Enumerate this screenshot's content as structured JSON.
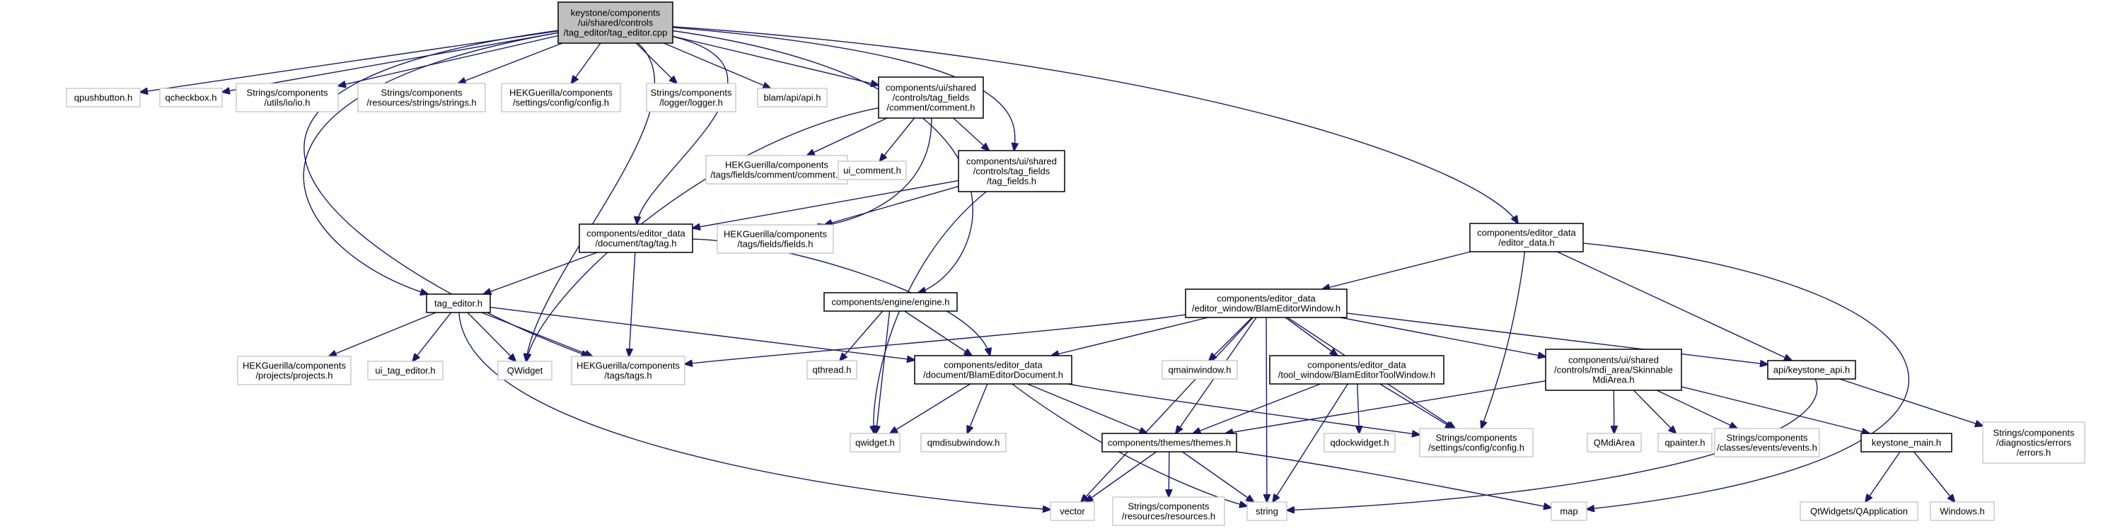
{
  "diagram": {
    "nodes": [
      {
        "id": "root",
        "lines": [
          "keystone/components",
          "/ui/shared/controls",
          "/tag_editor/tag_editor.cpp"
        ],
        "style": "root"
      },
      {
        "id": "qpushbutton",
        "lines": [
          "qpushbutton.h"
        ],
        "style": "ext"
      },
      {
        "id": "qcheckbox",
        "lines": [
          "qcheckbox.h"
        ],
        "style": "ext"
      },
      {
        "id": "strio",
        "lines": [
          "Strings/components",
          "/utils/io/io.h"
        ],
        "style": "ext"
      },
      {
        "id": "strstrings",
        "lines": [
          "Strings/components",
          "/resources/strings/strings.h"
        ],
        "style": "ext"
      },
      {
        "id": "hekconfig",
        "lines": [
          "HEKGuerilla/components",
          "/settings/config/config.h"
        ],
        "style": "ext"
      },
      {
        "id": "strlogger",
        "lines": [
          "Strings/components",
          "/logger/logger.h"
        ],
        "style": "ext"
      },
      {
        "id": "blamapi",
        "lines": [
          "blam/api/api.h"
        ],
        "style": "ext"
      },
      {
        "id": "comment",
        "lines": [
          "components/ui/shared",
          "/controls/tag_fields",
          "/comment/comment.h"
        ],
        "style": "int"
      },
      {
        "id": "hekcomment",
        "lines": [
          "HEKGuerilla/components",
          "/tags/fields/comment/comment.h"
        ],
        "style": "ext"
      },
      {
        "id": "uicomment",
        "lines": [
          "ui_comment.h"
        ],
        "style": "ext"
      },
      {
        "id": "tagfields",
        "lines": [
          "components/ui/shared",
          "/controls/tag_fields",
          "/tag_fields.h"
        ],
        "style": "int"
      },
      {
        "id": "hekfields",
        "lines": [
          "HEKGuerilla/components",
          "/tags/fields/fields.h"
        ],
        "style": "ext"
      },
      {
        "id": "tagh",
        "lines": [
          "components/editor_data",
          "/document/tag/tag.h"
        ],
        "style": "int"
      },
      {
        "id": "tageditorh",
        "lines": [
          "tag_editor.h"
        ],
        "style": "int"
      },
      {
        "id": "hekprojects",
        "lines": [
          "HEKGuerilla/components",
          "/projects/projects.h"
        ],
        "style": "ext"
      },
      {
        "id": "uitageditor",
        "lines": [
          "ui_tag_editor.h"
        ],
        "style": "ext"
      },
      {
        "id": "qwidgetcap",
        "lines": [
          "QWidget"
        ],
        "style": "ext"
      },
      {
        "id": "hektags",
        "lines": [
          "HEKGuerilla/components",
          "/tags/tags.h"
        ],
        "style": "ext"
      },
      {
        "id": "engine",
        "lines": [
          "components/engine/engine.h"
        ],
        "style": "int"
      },
      {
        "id": "qthread",
        "lines": [
          "qthread.h"
        ],
        "style": "ext"
      },
      {
        "id": "blameditordoc",
        "lines": [
          "components/editor_data",
          "/document/BlamEditorDocument.h"
        ],
        "style": "int"
      },
      {
        "id": "qwidgeth",
        "lines": [
          "qwidget.h"
        ],
        "style": "ext"
      },
      {
        "id": "qmdisubwindow",
        "lines": [
          "qmdisubwindow.h"
        ],
        "style": "ext"
      },
      {
        "id": "editordata",
        "lines": [
          "components/editor_data",
          "/editor_data.h"
        ],
        "style": "int"
      },
      {
        "id": "blameditorwindow",
        "lines": [
          "components/editor_data",
          "/editor_window/BlamEditorWindow.h"
        ],
        "style": "int"
      },
      {
        "id": "qmainwindow",
        "lines": [
          "qmainwindow.h"
        ],
        "style": "ext"
      },
      {
        "id": "toolwindow",
        "lines": [
          "components/editor_data",
          "/tool_window/BlamEditorToolWindow.h"
        ],
        "style": "int"
      },
      {
        "id": "qdockwidget",
        "lines": [
          "qdockwidget.h"
        ],
        "style": "ext"
      },
      {
        "id": "mdiarea",
        "lines": [
          "components/ui/shared",
          "/controls/mdi_area/Skinnable",
          "MdiArea.h"
        ],
        "style": "int"
      },
      {
        "id": "keystoneapi",
        "lines": [
          "api/keystone_api.h"
        ],
        "style": "int"
      },
      {
        "id": "themes",
        "lines": [
          "components/themes/themes.h"
        ],
        "style": "int"
      },
      {
        "id": "strsettings",
        "lines": [
          "Strings/components",
          "/settings/config/config.h"
        ],
        "style": "ext"
      },
      {
        "id": "qmdiarea",
        "lines": [
          "QMdiArea"
        ],
        "style": "ext"
      },
      {
        "id": "qpainter",
        "lines": [
          "qpainter.h"
        ],
        "style": "ext"
      },
      {
        "id": "strevents",
        "lines": [
          "Strings/components",
          "/classes/events/events.h"
        ],
        "style": "ext"
      },
      {
        "id": "keystonemain",
        "lines": [
          "keystone_main.h"
        ],
        "style": "int"
      },
      {
        "id": "strerrors",
        "lines": [
          "Strings/components",
          "/diagnostics/errors",
          "/errors.h"
        ],
        "style": "ext"
      },
      {
        "id": "vector",
        "lines": [
          "vector"
        ],
        "style": "ext"
      },
      {
        "id": "strresources",
        "lines": [
          "Strings/components",
          "/resources/resources.h"
        ],
        "style": "ext"
      },
      {
        "id": "string",
        "lines": [
          "string"
        ],
        "style": "ext"
      },
      {
        "id": "map",
        "lines": [
          "map"
        ],
        "style": "ext"
      },
      {
        "id": "qapplication",
        "lines": [
          "QtWidgets/QApplication"
        ],
        "style": "ext"
      },
      {
        "id": "windows",
        "lines": [
          "Windows.h"
        ],
        "style": "ext"
      }
    ],
    "edges": [
      [
        "root",
        "qpushbutton"
      ],
      [
        "root",
        "qcheckbox"
      ],
      [
        "root",
        "strio"
      ],
      [
        "root",
        "strstrings"
      ],
      [
        "root",
        "hekconfig"
      ],
      [
        "root",
        "strlogger"
      ],
      [
        "root",
        "blamapi"
      ],
      [
        "root",
        "comment"
      ],
      [
        "root",
        "tagfields"
      ],
      [
        "root",
        "tagh"
      ],
      [
        "root",
        "tageditorh"
      ],
      [
        "root",
        "hektags"
      ],
      [
        "root",
        "engine"
      ],
      [
        "root",
        "editordata"
      ],
      [
        "root",
        "qwidgetcap"
      ],
      [
        "comment",
        "hekcomment"
      ],
      [
        "comment",
        "uicomment"
      ],
      [
        "comment",
        "tagfields"
      ],
      [
        "comment",
        "hekfields"
      ],
      [
        "comment",
        "qwidgetcap"
      ],
      [
        "tagfields",
        "tagh"
      ],
      [
        "tagfields",
        "hekfields"
      ],
      [
        "tagfields",
        "qwidgeth"
      ],
      [
        "tagh",
        "tageditorh"
      ],
      [
        "tagh",
        "hektags"
      ],
      [
        "tagh",
        "blameditordoc"
      ],
      [
        "tageditorh",
        "hekprojects"
      ],
      [
        "tageditorh",
        "uitageditor"
      ],
      [
        "tageditorh",
        "qwidgetcap"
      ],
      [
        "tageditorh",
        "hektags"
      ],
      [
        "tageditorh",
        "blameditordoc"
      ],
      [
        "tageditorh",
        "vector"
      ],
      [
        "engine",
        "qthread"
      ],
      [
        "engine",
        "blameditordoc"
      ],
      [
        "engine",
        "qwidgeth"
      ],
      [
        "blameditordoc",
        "qwidgeth"
      ],
      [
        "blameditordoc",
        "qmdisubwindow"
      ],
      [
        "blameditordoc",
        "themes"
      ],
      [
        "blameditordoc",
        "strsettings"
      ],
      [
        "blameditordoc",
        "string"
      ],
      [
        "editordata",
        "blameditorwindow"
      ],
      [
        "editordata",
        "keystoneapi"
      ],
      [
        "editordata",
        "strsettings"
      ],
      [
        "editordata",
        "map"
      ],
      [
        "blameditorwindow",
        "hektags"
      ],
      [
        "blameditorwindow",
        "blameditordoc"
      ],
      [
        "blameditorwindow",
        "qmainwindow"
      ],
      [
        "blameditorwindow",
        "toolwindow"
      ],
      [
        "blameditorwindow",
        "mdiarea"
      ],
      [
        "blameditorwindow",
        "keystoneapi"
      ],
      [
        "blameditorwindow",
        "themes"
      ],
      [
        "blameditorwindow",
        "strsettings"
      ],
      [
        "blameditorwindow",
        "vector"
      ],
      [
        "blameditorwindow",
        "string"
      ],
      [
        "toolwindow",
        "qdockwidget"
      ],
      [
        "toolwindow",
        "themes"
      ],
      [
        "toolwindow",
        "strsettings"
      ],
      [
        "toolwindow",
        "string"
      ],
      [
        "mdiarea",
        "qmdiarea"
      ],
      [
        "mdiarea",
        "qpainter"
      ],
      [
        "mdiarea",
        "strevents"
      ],
      [
        "mdiarea",
        "keystonemain"
      ],
      [
        "mdiarea",
        "themes"
      ],
      [
        "keystoneapi",
        "strerrors"
      ],
      [
        "keystoneapi",
        "string"
      ],
      [
        "themes",
        "vector"
      ],
      [
        "themes",
        "strresources"
      ],
      [
        "themes",
        "string"
      ],
      [
        "themes",
        "map"
      ],
      [
        "keystonemain",
        "qapplication"
      ],
      [
        "keystonemain",
        "windows"
      ]
    ]
  }
}
